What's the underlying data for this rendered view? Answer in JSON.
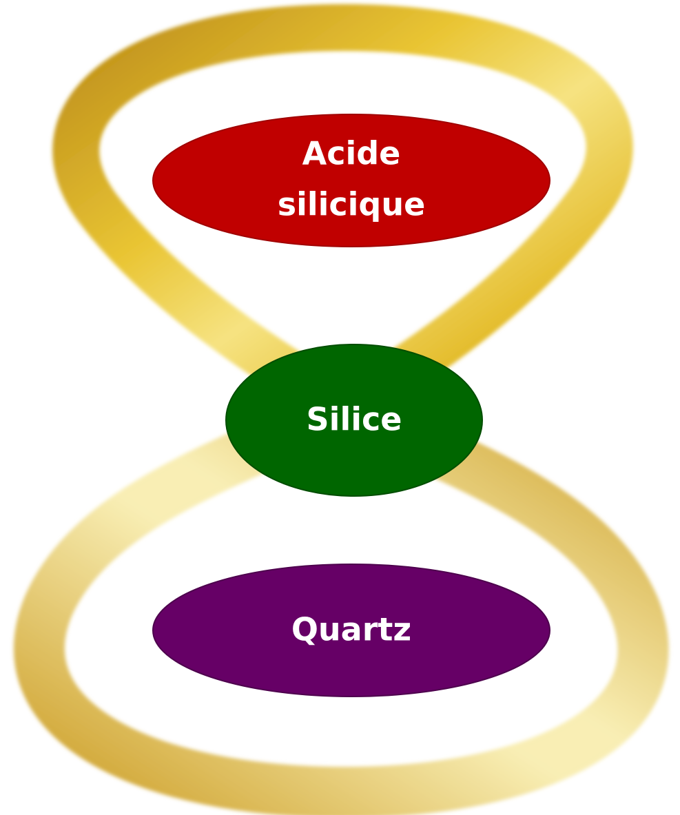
{
  "diagram": {
    "nodes": [
      {
        "id": "acide-silicique",
        "label_lines": [
          "Acide",
          "silicique"
        ],
        "color": "#C00000"
      },
      {
        "id": "silice",
        "label_lines": [
          "Silice"
        ],
        "color": "#006600"
      },
      {
        "id": "quartz",
        "label_lines": [
          "Quartz"
        ],
        "color": "#660066"
      }
    ],
    "loop": {
      "shape": "figure-eight",
      "color_light": "#FAF0A0",
      "color_mid": "#E8C22A",
      "color_dark": "#B8860B"
    }
  }
}
